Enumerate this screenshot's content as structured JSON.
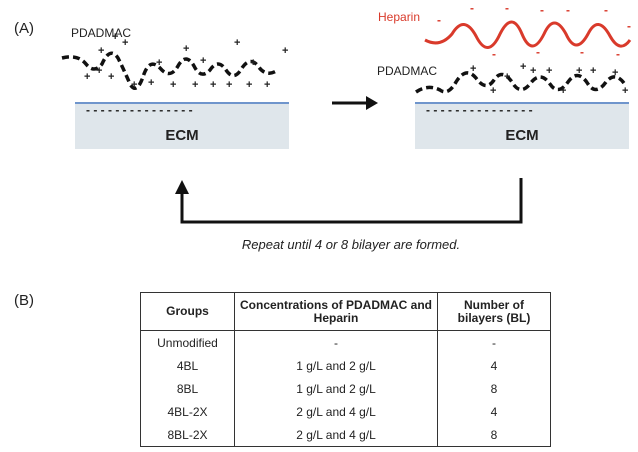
{
  "panel_a_label": "(A)",
  "panel_b_label": "(B)",
  "left_pdadmac_label": "PDADMAC",
  "right_pdadmac_label": "PDADMAC",
  "heparin_label": "Heparin",
  "left_substrate_label": "ECM",
  "right_substrate_label": "ECM",
  "repeat_caption": "Repeat until 4 or 8 bilayer are formed.",
  "colors": {
    "heparin": "#d93a2b",
    "substrate_fill": "#dfe6eb",
    "substrate_line": "#6f95cc",
    "polymer": "#111111"
  },
  "table": {
    "headers": [
      "Groups",
      "Concentrations of PDADMAC and Heparin",
      "Number of bilayers (BL)"
    ],
    "rows": [
      [
        "Unmodified",
        "-",
        "-"
      ],
      [
        "4BL",
        "1 g/L and 2 g/L",
        "4"
      ],
      [
        "8BL",
        "1 g/L and 2 g/L",
        "8"
      ],
      [
        "4BL-2X",
        "2 g/L and 4 g/L",
        "4"
      ],
      [
        "8BL-2X",
        "2 g/L and 4 g/L",
        "8"
      ]
    ]
  }
}
